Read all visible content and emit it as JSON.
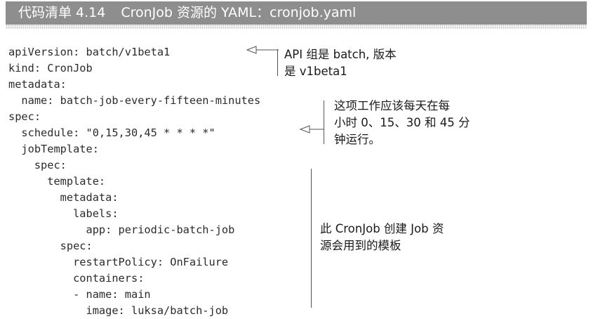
{
  "listing": {
    "label": "代码清单",
    "number": "4.14",
    "title": "CronJob 资源的 YAML：cronjob.yaml"
  },
  "code_lines": [
    "apiVersion: batch/v1beta1",
    "kind: CronJob",
    "metadata:",
    "  name: batch-job-every-fifteen-minutes",
    "spec:",
    "  schedule: \"0,15,30,45 * * * *\"",
    "  jobTemplate:",
    "    spec:",
    "      template:",
    "        metadata:",
    "          labels:",
    "            app: periodic-batch-job",
    "        spec:",
    "          restartPolicy: OnFailure",
    "          containers:",
    "          - name: main",
    "            image: luksa/batch-job"
  ],
  "annotations": {
    "api_group": [
      "API 组是 batch, 版本",
      "是 v1beta1"
    ],
    "schedule": [
      "这项工作应该每天在每",
      "小时 0、15、30 和 45 分",
      "钟运行。"
    ],
    "template": [
      "此 CronJob 创建 Job 资",
      "源会用到的模板"
    ]
  },
  "colors": {
    "title_bg": "#8e8e8e",
    "title_text": "#ffffff",
    "code_text": "#2b2b2b"
  }
}
